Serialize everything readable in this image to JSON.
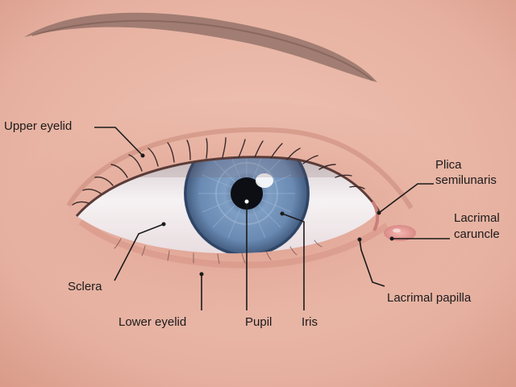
{
  "labels": {
    "upper_eyelid": "Upper eyelid",
    "plica_line1": "Plica",
    "plica_line2": "semilunaris",
    "lacrimal_caruncle_line1": "Lacrimal",
    "lacrimal_caruncle_line2": "caruncle",
    "sclera": "Sclera",
    "lower_eyelid": "Lower eyelid",
    "pupil": "Pupil",
    "iris": "Iris",
    "lacrimal_papilla": "Lacrimal papilla"
  },
  "colors": {
    "skin": "#e8b4a4",
    "iris": "#6f8fb6",
    "sclera": "#f4f0f1",
    "pupil": "#0c0e14",
    "leader_line": "#1b1b1b"
  }
}
